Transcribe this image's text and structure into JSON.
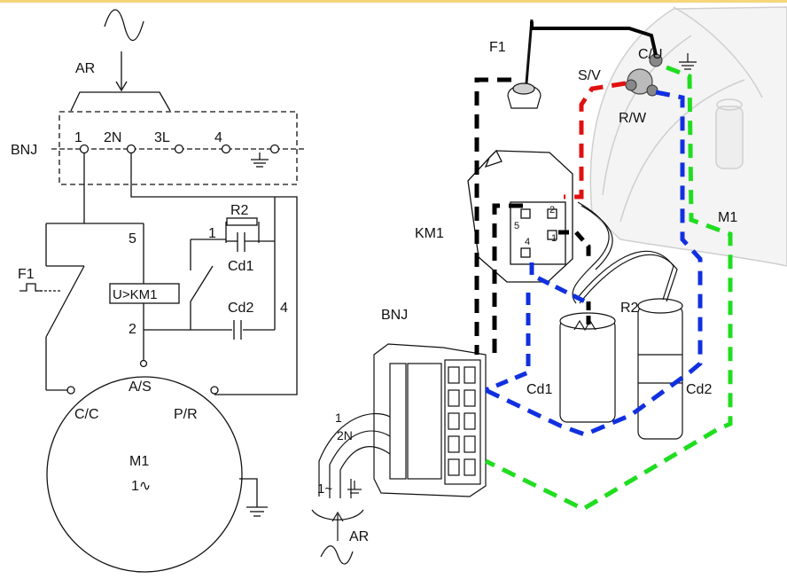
{
  "schematic": {
    "supply_label": "AR",
    "terminal_block_label": "BNJ",
    "terminals": [
      "1",
      "2N",
      "3L",
      "4"
    ],
    "thermal_protector_label": "F1",
    "relay_label": "U>KM1",
    "relay_pin_5": "5",
    "relay_pin_2": "2",
    "relay_pin_1": "1",
    "resistor_label": "R2",
    "start_capacitor_label": "Cd1",
    "run_capacitor_label": "Cd2",
    "node_4_label": "4",
    "motor_common_label": "A/S",
    "motor_main_label": "C/C",
    "motor_aux_label": "P/R",
    "motor_label": "M1",
    "motor_type_label": "1∿"
  },
  "pictorial": {
    "protector_label": "F1",
    "common_terminal_label": "C/U",
    "start_terminal_label": "S/V",
    "run_terminal_label": "R/W",
    "relay_label": "KM1",
    "relay_pins": [
      "2",
      "5",
      "4",
      "1"
    ],
    "compressor_label": "M1",
    "resistor_label": "R2",
    "start_capacitor_label": "Cd1",
    "run_capacitor_label": "Cd2",
    "terminal_block_label": "BNJ",
    "terminal_1_label": "1",
    "terminal_2n_label": "2N",
    "supply_phase_label": "1~",
    "supply_label": "AR"
  },
  "colors": {
    "background": "#ffffff",
    "top_border": "#f5d67a",
    "ink": "#111111",
    "wire_black": "#000000",
    "wire_red": "#e01010",
    "wire_blue": "#1030e0",
    "wire_green": "#20dd20",
    "ghost_compressor": "#cfcfcf"
  }
}
